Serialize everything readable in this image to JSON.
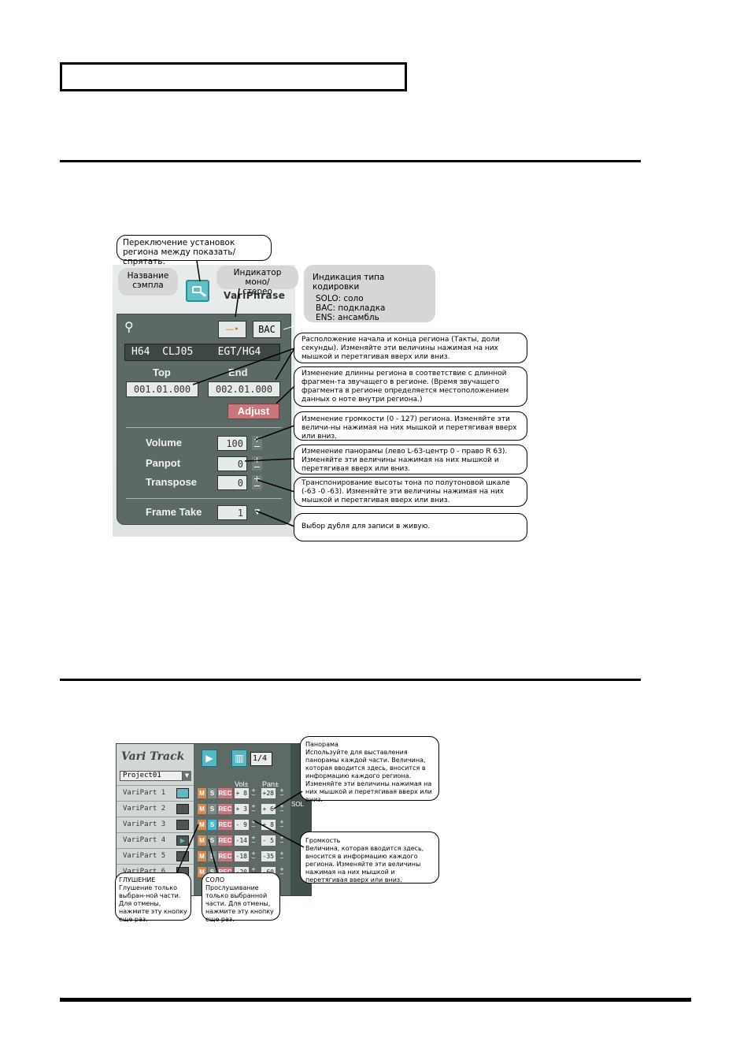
{
  "panel1": {
    "logo": "VariPhrase",
    "mono_indicator": "—•",
    "encoding": "BAC",
    "sample_name": "H64  CLJ05    EGT/HG4",
    "top_label": "Top",
    "end_label": "End",
    "top_value": "001.01.000",
    "end_value": "002.01.000",
    "adjust_label": "Adjust",
    "volume_label": "Volume",
    "volume_value": "100",
    "panpot_label": "Panpot",
    "panpot_value": "0",
    "transpose_label": "Transpose",
    "transpose_value": "0",
    "frametake_label": "Frame Take",
    "frametake_value": "1"
  },
  "callouts1": {
    "toggle": "Переключение установок региона между показать/спрятать.",
    "sample": "Название сэмпла",
    "mono": "Индикатор моно/стерео",
    "encoding_title": "Индикация типа кодировки",
    "encoding_solo": "SOLO: соло",
    "encoding_bac": "BAC: подкладка",
    "encoding_ens": "ENS: ансамбль",
    "region": "Расположение начала и конца региона (Такты, доли секунды). Изменяйте эти величины нажимая на них мышкой и перетягивая вверх или вниз.",
    "adjust": "Изменение длинны региона в соответствие с длинной фрагмен-та звучащего в регионе. (Время звучащего фрагмента в регионе определяется местоположением данных  о ноте внутри региона.)",
    "volume": "Изменение громкости (0 - 127) региона. Изменяйте эти величи-ны нажимая на них мышкой и перетягивая вверх или вниз.",
    "panpot": "Изменение панорамы (лево L-63-центр 0 - право R 63). Изменяйте эти величины нажимая на них мышкой и перетягивая вверх или вниз.",
    "transpose": "Транспонирование высоты тона по полутоновой шкале (-63 -0 -63). Изменяйте эти величины нажимая на них мышкой и перетягивая вверх или вниз.",
    "frametake": "Выбор дубля для записи в живую."
  },
  "panel2": {
    "title": "Vari Track",
    "project": "Project01",
    "quantize": "1/4",
    "vol_header": "Vol±",
    "pan_header": "Pan±",
    "solo_tag": "SOL",
    "parts": [
      {
        "name": "VariPart 1",
        "vol": "+ 8",
        "pan": "+28"
      },
      {
        "name": "VariPart 2",
        "vol": "+ 3",
        "pan": "+ 6"
      },
      {
        "name": "VariPart 3",
        "vol": "- 9",
        "pan": "+ 8"
      },
      {
        "name": "VariPart 4",
        "vol": "-14",
        "pan": "- 5"
      },
      {
        "name": "VariPart 5",
        "vol": "-18",
        "pan": "-35"
      },
      {
        "name": "VariPart 6",
        "vol": "-20",
        "pan": "-60"
      }
    ],
    "m_label": "M",
    "s_label": "S",
    "rec_label": "REC"
  },
  "callouts2": {
    "pan_title": "Панорама",
    "pan_text": "Используйте для выставления панорамы каждой части. Величина, которая вводится здесь, вносится в информацию каждого региона. Изменяйте эти величины нажимая на них мышкой и перетягивая вверх или вниз.",
    "vol_title": "Громкость",
    "vol_text": "Величина, которая вводится здесь, вносится в информацию каждого региона. Изменяйте эти величины нажимая на них мышкой и перетягивая вверх или вниз.",
    "mute_title": "ГЛУШЕНИЕ",
    "mute_text": "Глушение только выбран-ной части. Для отмены, нажмите эту кнопку еще раз.",
    "solo_title": "СОЛО",
    "solo_text": "Прослушивание только выбранной части. Для отмены, нажмите эту кнопку еще раз."
  }
}
